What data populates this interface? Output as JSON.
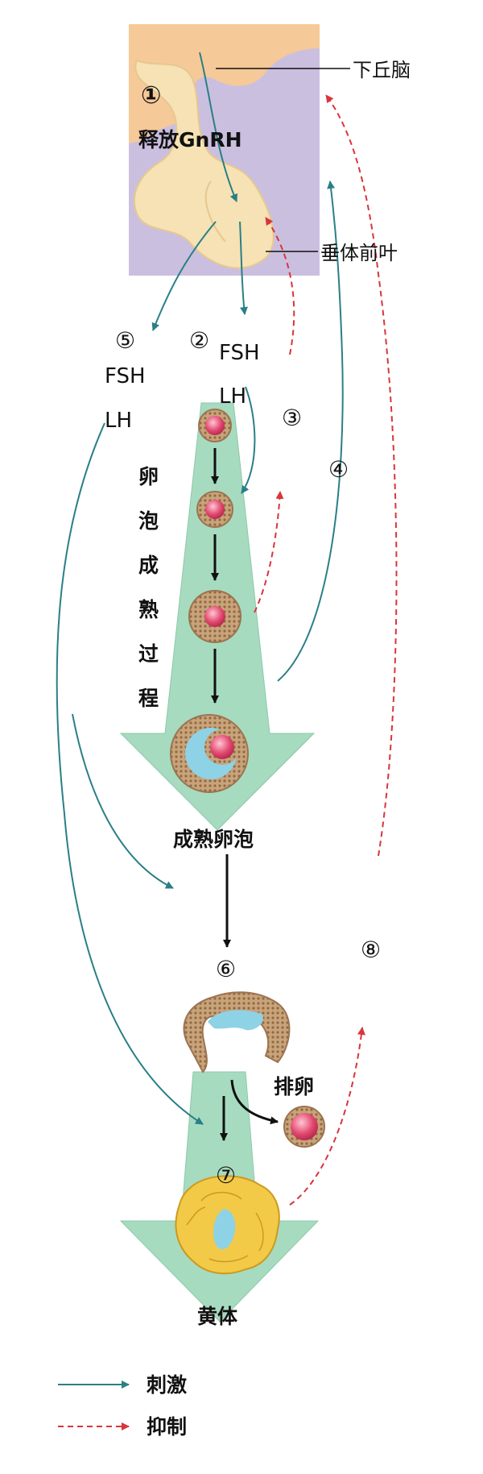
{
  "labels": {
    "hypothalamus": "下丘脑",
    "pituitary": "垂体前叶",
    "step1_num": "①",
    "step1_text": "释放GnRH",
    "fsh_left": "FSH",
    "lh_left": "LH",
    "fsh_mid": "FSH",
    "lh_mid": "LH",
    "num2": "②",
    "num3": "③",
    "num4": "④",
    "num5": "⑤",
    "num6": "⑥",
    "num7": "⑦",
    "num8": "⑧",
    "maturation_chars": [
      "卵",
      "泡",
      "成",
      "熟",
      "过",
      "程"
    ],
    "mature_follicle": "成熟卵泡",
    "ovulation": "排卵",
    "corpus_luteum": "黄体"
  },
  "legend": {
    "stimulate": "刺激",
    "inhibit": "抑制"
  },
  "colors": {
    "stimulate": "#2a7f86",
    "inhibit": "#d9353a",
    "big_arrow": "#a6dbc0",
    "brain_bg": "#cbbfe0",
    "hypothalamus": "#f5c998",
    "pituitary": "#f6e2b4",
    "corpus_luteum": "#f3c948"
  }
}
